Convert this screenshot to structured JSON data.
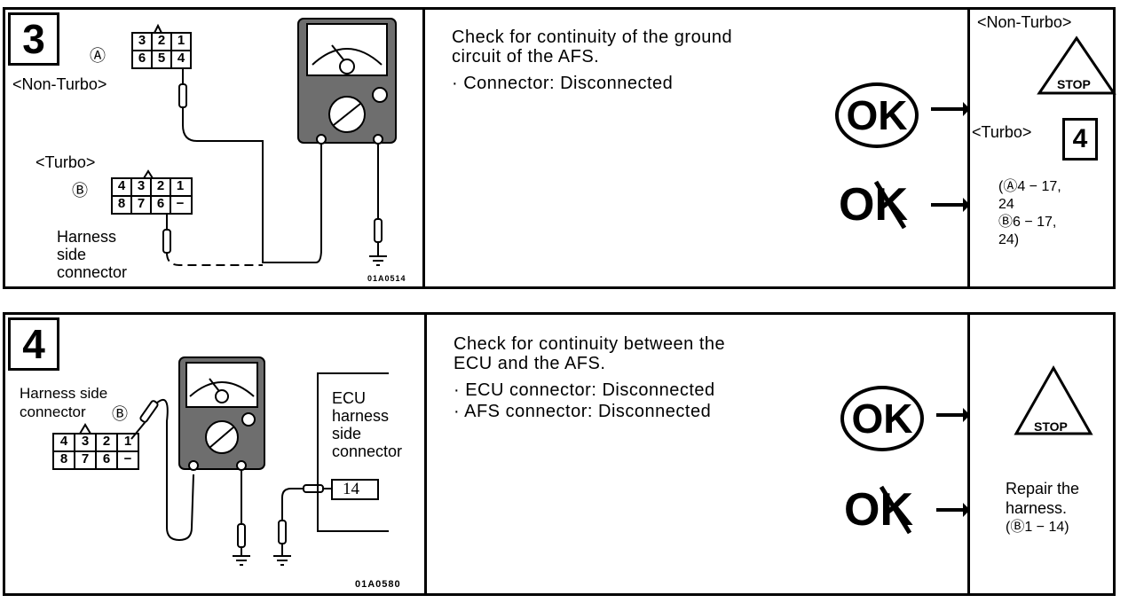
{
  "step3": {
    "number": "3",
    "pin_a_symbol": "Ⓐ",
    "pin_b_symbol": "Ⓑ",
    "non_turbo_label": "<Non-Turbo>",
    "turbo_label": "<Turbo>",
    "connector_a_top": [
      "3",
      "2",
      "1"
    ],
    "connector_a_bottom": [
      "6",
      "5",
      "4"
    ],
    "connector_b_top": [
      "4",
      "3",
      "2",
      "1"
    ],
    "connector_b_bottom": [
      "8",
      "7",
      "6",
      "−"
    ],
    "harness_label_1": "Harness",
    "harness_label_2": "side",
    "harness_label_3": "connector",
    "figure_code": "01A0514",
    "instruction_1": "Check for continuity of the ground",
    "instruction_2": "circuit of the AFS.",
    "bullet_1": "· Connector: Disconnected",
    "result_ok_top": "<Non-Turbo>",
    "stop_label": "STOP",
    "result_turbo": "<Turbo>",
    "goto_step": "4",
    "ng_line_1": "(Ⓐ4 − 17,",
    "ng_line_2": "24",
    "ng_line_3": "Ⓑ6 − 17,",
    "ng_line_4": "24)"
  },
  "step4": {
    "number": "4",
    "harness_label_1": "Harness side",
    "harness_label_2": "connector",
    "pin_b_symbol": "Ⓑ",
    "connector_top": [
      "4",
      "3",
      "2",
      "1"
    ],
    "connector_bottom": [
      "8",
      "7",
      "6",
      "−"
    ],
    "ecu_label_1": "ECU",
    "ecu_label_2": "harness",
    "ecu_label_3": "side",
    "ecu_label_4": "connector",
    "ecu_pin": "14",
    "figure_code": "01A0580",
    "instruction_1": "Check for continuity between the",
    "instruction_2": "ECU and the AFS.",
    "bullet_1": "· ECU connector: Disconnected",
    "bullet_2": "· AFS connector: Disconnected",
    "stop_label": "STOP",
    "ng_line_1": "Repair the",
    "ng_line_2": "harness.",
    "ng_line_3": "(Ⓑ1 − 14)"
  },
  "ok_label": "OK"
}
